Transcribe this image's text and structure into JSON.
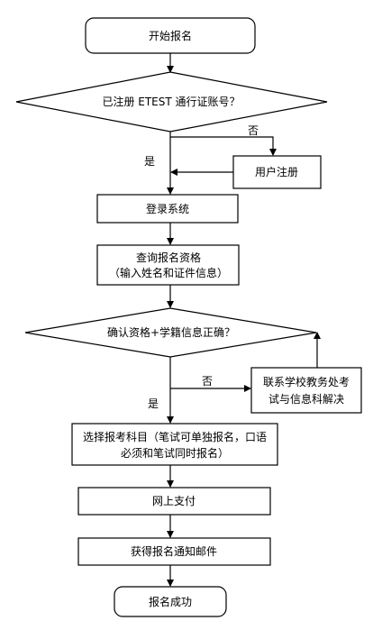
{
  "flowchart": {
    "start": "开始报名",
    "decision_register": "已注册 ETEST 通行证账号？",
    "no_label_1": "否",
    "user_register": "用户注册",
    "yes_label_1": "是",
    "login": "登录系统",
    "check_line1": "查询报名资格",
    "check_line2": "（输入姓名和证件信息）",
    "decision_confirm": "确认资格+学籍信息正确？",
    "no_label_2": "否",
    "contact_line1": "联系学校教务处考",
    "contact_line2": "试与信息科解决",
    "yes_label_2": "是",
    "select_line1": "选择报考科目（笔试可单独报名，口语",
    "select_line2": "必须和笔试同时报名）",
    "pay": "网上支付",
    "notify": "获得报名通知邮件",
    "success": "报名成功"
  }
}
